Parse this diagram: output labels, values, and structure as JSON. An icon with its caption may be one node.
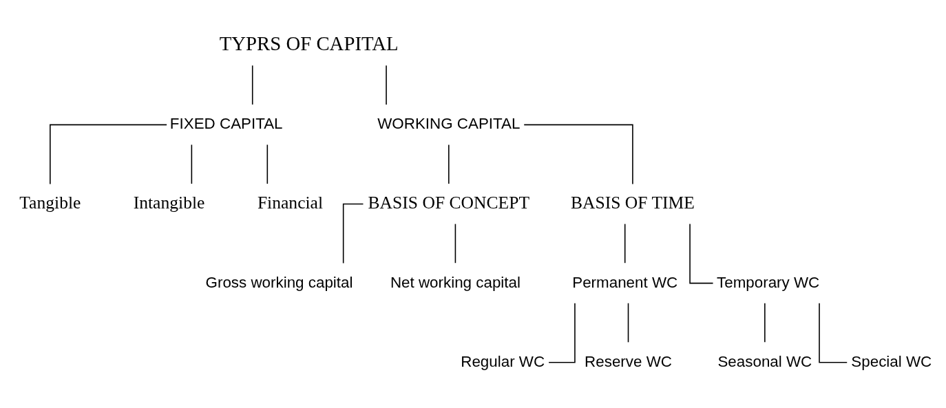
{
  "diagram": {
    "nodes": [
      {
        "text": [
          "TYPRS OF CAPITAL"
        ]
      },
      {
        "text": [
          "FIXED CAPITAL"
        ]
      },
      {
        "text": [
          "WORKING CAPITAL"
        ]
      },
      {
        "text": [
          "Tangible"
        ]
      },
      {
        "text": [
          "Intangible"
        ]
      },
      {
        "text": [
          "Financial"
        ]
      },
      {
        "text": [
          "BASIS OF CONCEPT"
        ]
      },
      {
        "text": [
          "BASIS OF TIME"
        ]
      },
      {
        "text": [
          "Gross working capital"
        ]
      },
      {
        "text": [
          "Net working capital"
        ]
      },
      {
        "text": [
          "Permanent WC"
        ]
      },
      {
        "text": [
          "Temporary WC"
        ]
      },
      {
        "text": [
          "Regular WC"
        ]
      },
      {
        "text": [
          "Reserve WC"
        ]
      },
      {
        "text": [
          "Seasonal WC"
        ]
      },
      {
        "text": [
          "Special WC"
        ]
      }
    ],
    "edges": [
      {
        "from": 0,
        "to": 1,
        "arrow": "none"
      },
      {
        "from": 0,
        "to": 2,
        "arrow": "none"
      },
      {
        "from": 1,
        "to": 3,
        "arrow": "none"
      },
      {
        "from": 1,
        "to": 4,
        "arrow": "none"
      },
      {
        "from": 1,
        "to": 5,
        "arrow": "none"
      },
      {
        "from": 2,
        "to": 6,
        "arrow": "none"
      },
      {
        "from": 2,
        "to": 7,
        "arrow": "none"
      },
      {
        "from": 6,
        "to": 8,
        "arrow": "none"
      },
      {
        "from": 6,
        "to": 9,
        "arrow": "none"
      },
      {
        "from": 7,
        "to": 10,
        "arrow": "none"
      },
      {
        "from": 7,
        "to": 11,
        "arrow": "none"
      },
      {
        "from": 10,
        "to": 12,
        "arrow": "none"
      },
      {
        "from": 10,
        "to": 13,
        "arrow": "none"
      },
      {
        "from": 11,
        "to": 14,
        "arrow": "none"
      },
      {
        "from": 11,
        "to": 15,
        "arrow": "none"
      }
    ]
  }
}
